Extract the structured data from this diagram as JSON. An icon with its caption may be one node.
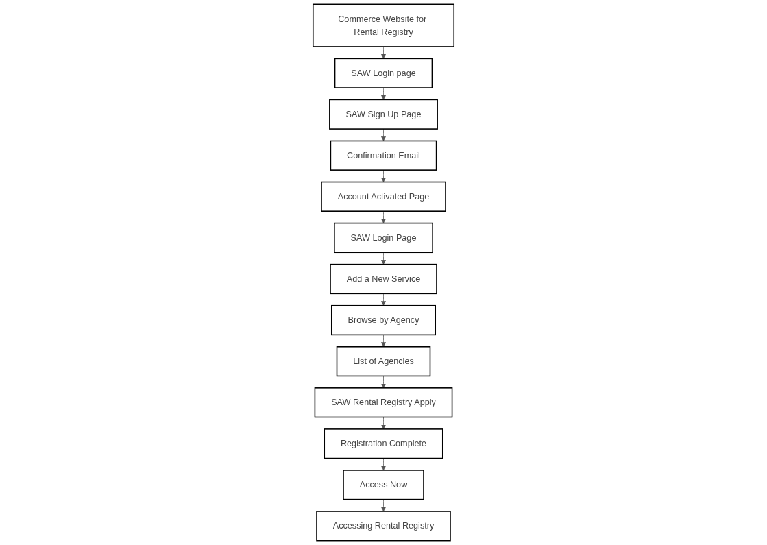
{
  "diagram": {
    "nodes": [
      {
        "text": [
          "Commerce Website for Rental Registry"
        ]
      },
      {
        "text": [
          "SAW Login page"
        ]
      },
      {
        "text": [
          "SAW Sign Up Page"
        ]
      },
      {
        "text": [
          "Confirmation Email"
        ]
      },
      {
        "text": [
          "Account Activated Page"
        ]
      },
      {
        "text": [
          "SAW Login Page"
        ]
      },
      {
        "text": [
          "Add a New Service"
        ]
      },
      {
        "text": [
          "Browse by Agency"
        ]
      },
      {
        "text": [
          "List of Agencies"
        ]
      },
      {
        "text": [
          "SAW Rental Registry Apply"
        ]
      },
      {
        "text": [
          "Registration Complete"
        ]
      },
      {
        "text": [
          "Access Now"
        ]
      },
      {
        "text": [
          "Accessing Rental Registry"
        ]
      }
    ],
    "edges": [
      {
        "from": 0,
        "to": 1,
        "arrow": "to"
      },
      {
        "from": 1,
        "to": 2,
        "arrow": "to"
      },
      {
        "from": 2,
        "to": 3,
        "arrow": "to"
      },
      {
        "from": 3,
        "to": 4,
        "arrow": "to"
      },
      {
        "from": 4,
        "to": 5,
        "arrow": "to"
      },
      {
        "from": 5,
        "to": 6,
        "arrow": "to"
      },
      {
        "from": 6,
        "to": 7,
        "arrow": "to"
      },
      {
        "from": 7,
        "to": 8,
        "arrow": "to"
      },
      {
        "from": 8,
        "to": 9,
        "arrow": "to"
      },
      {
        "from": 9,
        "to": 10,
        "arrow": "to"
      },
      {
        "from": 10,
        "to": 11,
        "arrow": "to"
      },
      {
        "from": 11,
        "to": 12,
        "arrow": "to"
      }
    ]
  }
}
